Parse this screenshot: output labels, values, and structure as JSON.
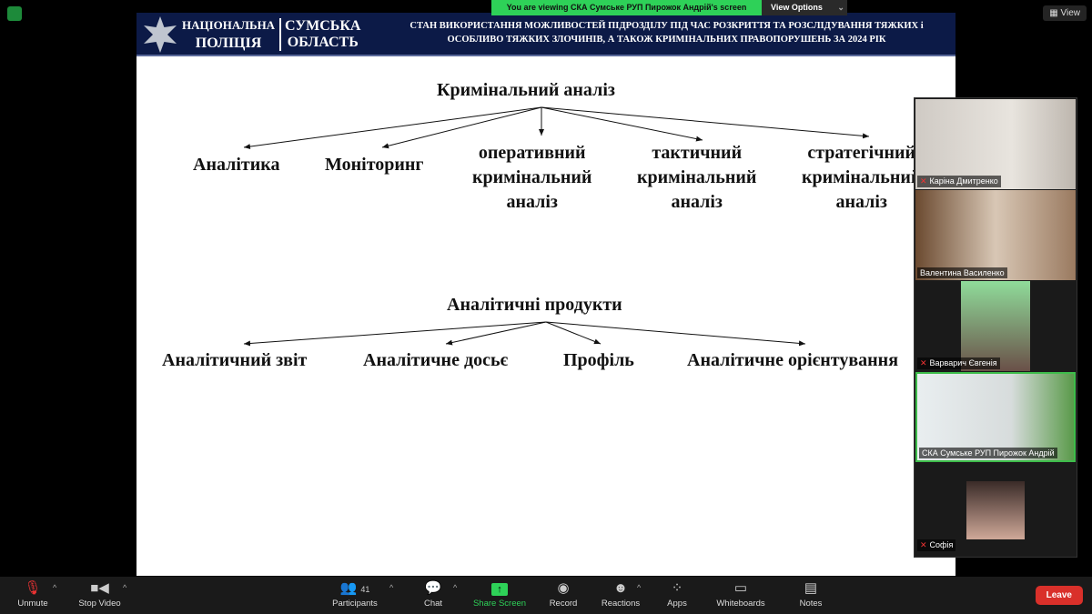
{
  "zoom": {
    "viewing_banner": "You are viewing СКА Сумське РУП Пирожок Андрій's screen",
    "view_options": "View Options",
    "view_label": "View"
  },
  "slide": {
    "header": {
      "org_line1": "НАЦІОНАЛЬНА",
      "org_line2": "ПОЛІЦІЯ",
      "region_line1": "СУМСЬКА",
      "region_line2": "ОБЛАСТЬ",
      "title_line1": "СТАН ВИКОРИСТАННЯ МОЖЛИВОСТЕЙ ПІДРОЗДІЛУ ПІД ЧАС РОЗКРИТТЯ ТА РОЗСЛІДУВАННЯ ТЯЖКИХ і",
      "title_line2": "ОСОБЛИВО ТЯЖКИХ ЗЛОЧИНІВ, А ТАКОЖ КРИМІНАЛЬНИХ ПРАВОПОРУШЕНЬ  ЗА 2024 РІК"
    },
    "tree1": {
      "root": "Кримінальний аналіз",
      "children": [
        "Аналітика",
        "Моніторинг",
        [
          "оперативний",
          "кримінальний",
          "аналіз"
        ],
        [
          "тактичний",
          "кримінальний",
          "аналіз"
        ],
        [
          "стратегічний",
          "кримінальний",
          "аналіз"
        ]
      ]
    },
    "tree2": {
      "root": "Аналітичні продукти",
      "children": [
        "Аналітичний звіт",
        "Аналітичне досьє",
        "Профіль",
        "Аналітичне орієнтування"
      ]
    }
  },
  "participants": [
    {
      "name": "Каріна Дмитренко",
      "muted": true
    },
    {
      "name": "Валентина Василенко",
      "muted": false
    },
    {
      "name": "Варварич Євгенія",
      "muted": true
    },
    {
      "name": "СКА Сумське РУП Пирожок Андрій",
      "muted": false,
      "active": true
    },
    {
      "name": "Софія",
      "muted": true
    }
  ],
  "toolbar": {
    "unmute": "Unmute",
    "stop_video": "Stop Video",
    "participants": "Participants",
    "participants_count": "41",
    "chat": "Chat",
    "share_screen": "Share Screen",
    "record": "Record",
    "reactions": "Reactions",
    "apps": "Apps",
    "whiteboards": "Whiteboards",
    "notes": "Notes",
    "leave": "Leave"
  },
  "colors": {
    "share_green": "#2ed158",
    "leave_red": "#d9302a",
    "header_navy": "#0c1a47"
  }
}
